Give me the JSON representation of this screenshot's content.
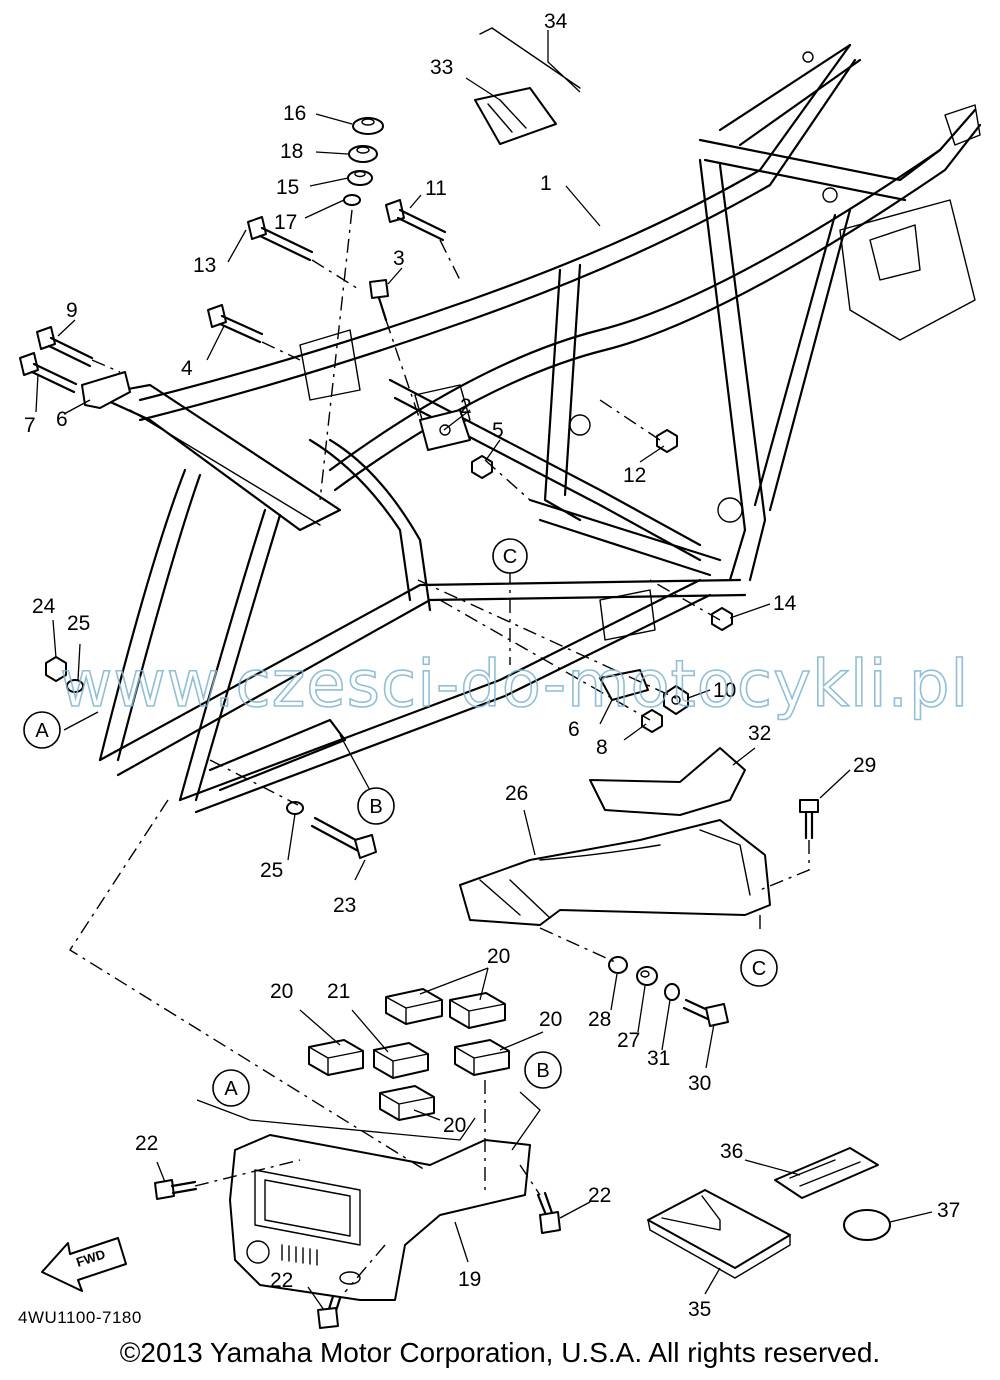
{
  "diagram": {
    "code": "4WU1100-7180",
    "copyright": "©2013 Yamaha Motor Corporation, U.S.A. All rights reserved.",
    "watermark": "www.czesci-do-motocykli.pl",
    "fwd": "FWD",
    "accent_color": "#7fb3cf"
  },
  "callouts": [
    "1",
    "2",
    "3",
    "4",
    "5",
    "6",
    "6",
    "7",
    "8",
    "9",
    "10",
    "11",
    "12",
    "13",
    "14",
    "15",
    "16",
    "17",
    "18",
    "19",
    "20",
    "20",
    "20",
    "20",
    "20",
    "21",
    "22",
    "22",
    "22",
    "23",
    "24",
    "25",
    "25",
    "26",
    "27",
    "28",
    "29",
    "30",
    "31",
    "32",
    "33",
    "34",
    "35",
    "36",
    "37"
  ],
  "refs": [
    "A",
    "A",
    "B",
    "B",
    "C",
    "C"
  ]
}
